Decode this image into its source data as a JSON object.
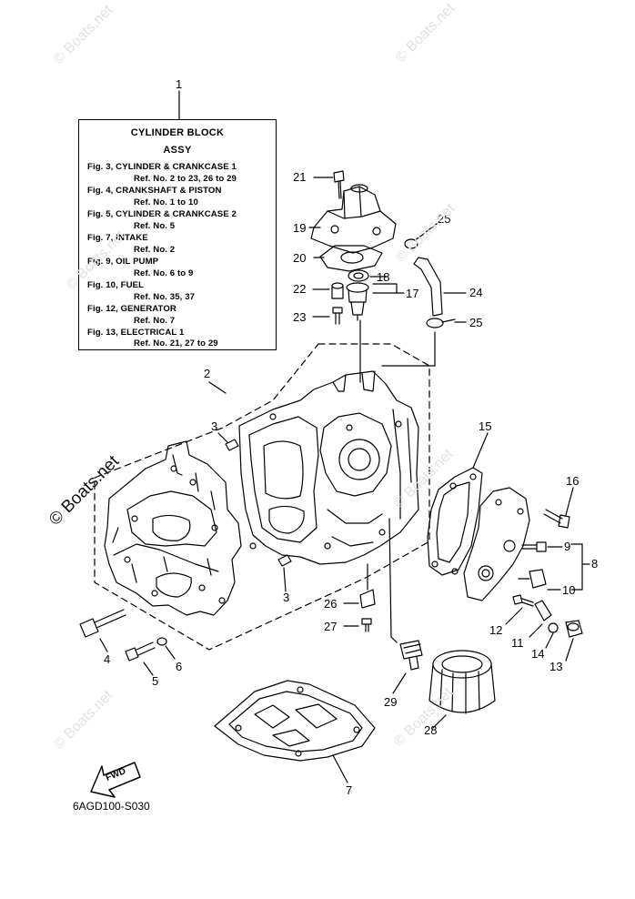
{
  "assy_box": {
    "ref": "1",
    "title": "CYLINDER BLOCK",
    "subtitle": "ASSY",
    "lines": [
      "Fig. 3, CYLINDER & CRANKCASE 1",
      "Ref. No. 2 to 23, 26 to 29",
      "Fig. 4, CRANKSHAFT & PISTON",
      "Ref. No. 1 to 10",
      "Fig. 5, CYLINDER & CRANKCASE 2",
      "Ref. No. 5",
      "Fig. 7, INTAKE",
      "Ref. No. 2",
      "Fig. 9, OIL PUMP",
      "Ref. No. 6 to 9",
      "Fig. 10, FUEL",
      "Ref. No. 35, 37",
      "Fig. 12, GENERATOR",
      "Ref. No. 7",
      "Fig. 13, ELECTRICAL 1",
      "Ref. No. 21, 27 to 29"
    ]
  },
  "callouts": [
    "2",
    "3",
    "3",
    "4",
    "5",
    "6",
    "7",
    "8",
    "9",
    "10",
    "11",
    "12",
    "13",
    "14",
    "15",
    "16",
    "17",
    "18",
    "19",
    "20",
    "21",
    "22",
    "23",
    "24",
    "25",
    "25",
    "26",
    "27",
    "28",
    "29"
  ],
  "fwd_label": "FWD",
  "diagram_code": "6AGD100-S030",
  "watermark": "© Boats.net"
}
